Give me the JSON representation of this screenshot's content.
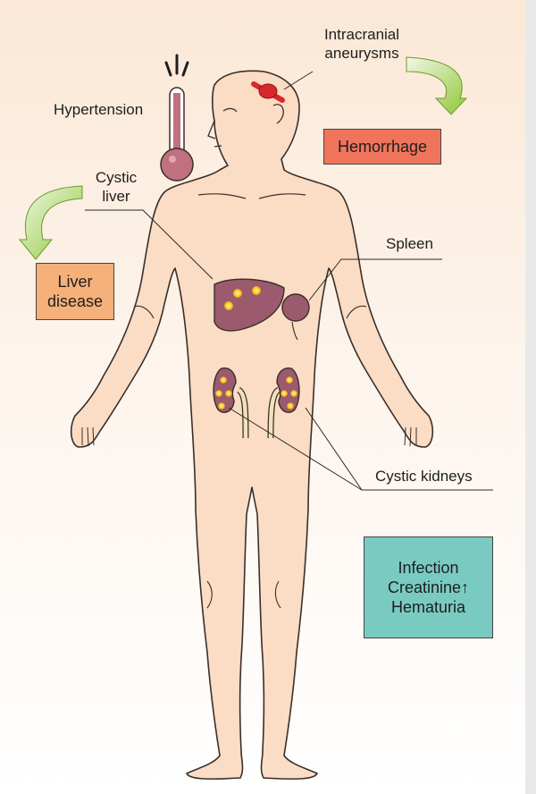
{
  "labels": {
    "intracranial_line1": "Intracranial",
    "intracranial_line2": "aneurysms",
    "hypertension": "Hypertension",
    "cystic_liver_line1": "Cystic",
    "cystic_liver_line2": "liver",
    "spleen": "Spleen",
    "cystic_kidneys": "Cystic kidneys"
  },
  "boxes": {
    "hemorrhage": {
      "text": "Hemorrhage",
      "color": "#f0745c"
    },
    "liver_disease": {
      "line1": "Liver",
      "line2": "disease",
      "color": "#f6b07a"
    },
    "kidney_effects": {
      "line1": "Infection",
      "line2": "Creatinine↑",
      "line3": "Hematuria",
      "color": "#79cbc2"
    }
  },
  "colors": {
    "skin": "#fbdcc4",
    "skin_outline": "#3a2f2a",
    "organ": "#9b5a6e",
    "cyst": "#f9d22a",
    "arrow": "#9bd046",
    "aneurysm": "#d8282c",
    "thermometer": "#c0707e"
  },
  "icons": [
    "thermometer-icon",
    "curved-arrow-icon"
  ]
}
